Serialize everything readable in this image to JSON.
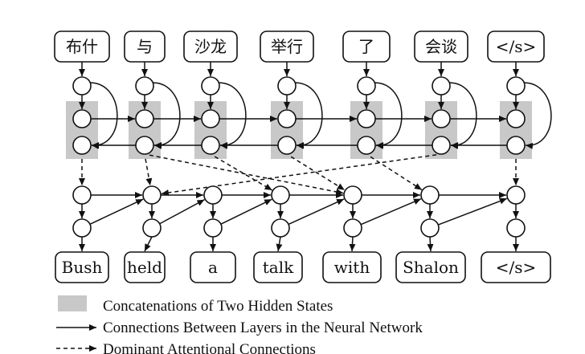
{
  "source_tokens": [
    "布什",
    "与",
    "沙龙",
    "举行",
    "了",
    "会谈",
    "</s>"
  ],
  "target_tokens": [
    "Bush",
    "held",
    "a",
    "talk",
    "with",
    "Shalon",
    "</s>"
  ],
  "legend": {
    "concat": "Concatenations of Two Hidden States",
    "layers": "Connections Between Layers in the Neural Network",
    "attention": "Dominant Attentional Connections"
  },
  "colors": {
    "hidden_concat": "#c8c8c8",
    "stroke": "#111111"
  },
  "attention_links": [
    [
      0,
      0
    ],
    [
      1,
      1
    ],
    [
      5,
      1
    ],
    [
      2,
      3
    ],
    [
      3,
      4
    ],
    [
      1,
      4
    ],
    [
      4,
      5
    ],
    [
      6,
      6
    ]
  ]
}
